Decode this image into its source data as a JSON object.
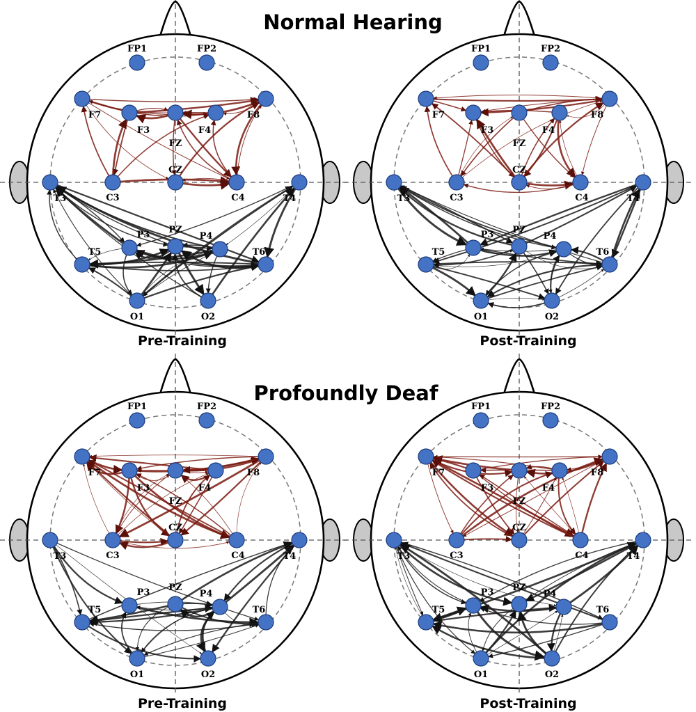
{
  "group_titles": [
    "Normal Hearing",
    "Profoundly Deaf"
  ],
  "panels": [
    {
      "caption": "Pre-Training"
    },
    {
      "caption": "Post-Training"
    },
    {
      "caption": "Pre-Training"
    },
    {
      "caption": "Post-Training"
    }
  ],
  "electrodes": [
    "FP1",
    "FP2",
    "F7",
    "F3",
    "FZ",
    "F4",
    "F8",
    "T3",
    "C3",
    "CZ",
    "C4",
    "T4",
    "T5",
    "P3",
    "PZ",
    "P4",
    "T6",
    "O1",
    "O2"
  ],
  "colors": {
    "frontal_edge": "#7a1a10",
    "posterior_edge": "#1a1a1a",
    "node_fill": "#4472c4",
    "ear_fill": "#c8c8c8"
  },
  "connections": {
    "frontal_nodes": [
      "F7",
      "F3",
      "FZ",
      "F4",
      "F8",
      "C3",
      "CZ",
      "C4"
    ],
    "posterior_nodes": [
      "T3",
      "T4",
      "T5",
      "P3",
      "PZ",
      "P4",
      "T6",
      "O1",
      "O2"
    ]
  }
}
